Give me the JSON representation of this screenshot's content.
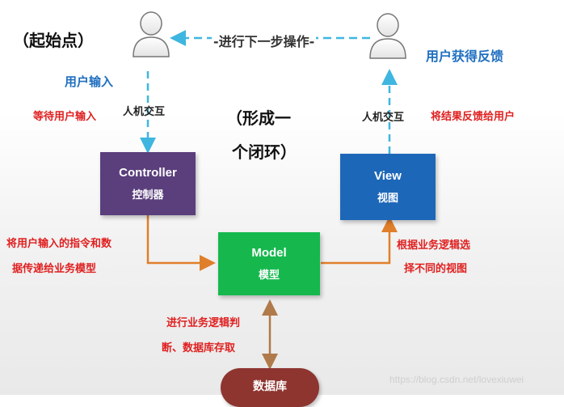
{
  "labels": {
    "start_point": "（起始点）",
    "next_step": "-进行下一步操作-",
    "user_input": "用户输入",
    "user_feedback": "用户获得反馈",
    "hci_left": "人机交互",
    "hci_right": "人机交互",
    "wait_input": "等待用户输入",
    "return_result": "将结果反馈给用户",
    "closed_loop_line1": "（形成一",
    "closed_loop_line2": "个闭环）",
    "controller_to_model_line1": "将用户输入的指令和数",
    "controller_to_model_line2": "据传递给业务模型",
    "model_to_view_line1": "根据业务逻辑选",
    "model_to_view_line2": "择不同的视图",
    "model_db_line1": "进行业务逻辑判",
    "model_db_line2": "断、数据库存取"
  },
  "nodes": {
    "controller": {
      "title": "Controller",
      "subtitle": "控制器",
      "color": "#5a3f7c"
    },
    "view": {
      "title": "View",
      "subtitle": "视图",
      "color": "#1d67b8"
    },
    "model": {
      "title": "Model",
      "subtitle": "模型",
      "color": "#16b84e"
    },
    "database": {
      "title": "数据库",
      "color": "#8e3530"
    }
  },
  "watermark": "https://blog.csdn.net/lovexiuwei",
  "colors": {
    "arrow_orange": "#e07f2a",
    "arrow_brown": "#b07a4a",
    "dashed_blue": "#3fb6e0"
  }
}
